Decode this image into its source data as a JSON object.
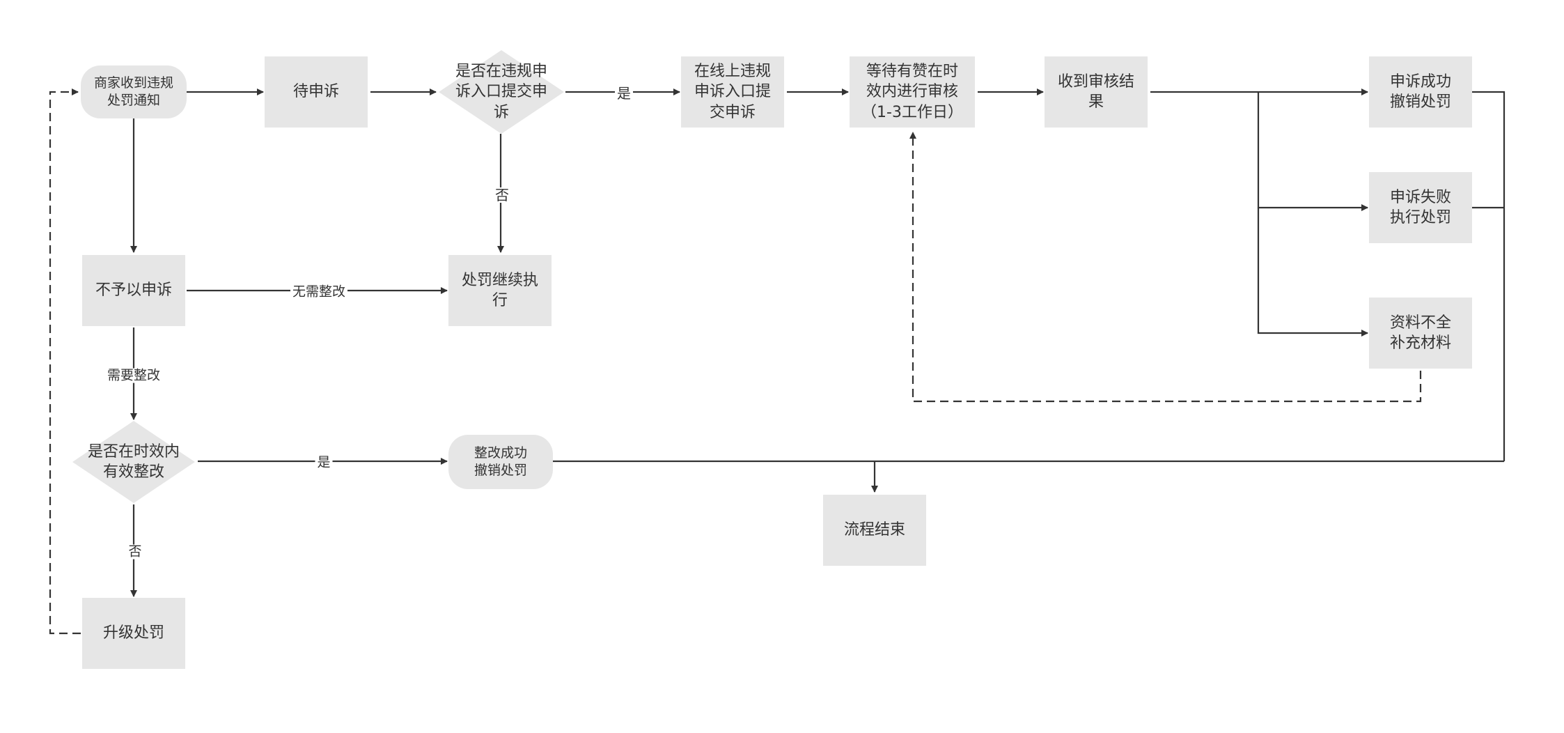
{
  "colors": {
    "node_fill": "#e6e6e6",
    "line": "#333333",
    "text": "#333333",
    "background": "#ffffff"
  },
  "nodes": {
    "notice": "商家收到违规\n处罚通知",
    "pending_appeal": "待申诉",
    "decision_submit": "是否在违规申\n诉入口提交申\n诉",
    "online_submit": "在线上违规\n申诉入口提\n交申诉",
    "waiting_review": "等待有赞在时\n效内进行审核\n（1-3工作日）",
    "review_result": "收到审核结\n果",
    "appeal_success": "申诉成功\n撤销处罚",
    "appeal_fail": "申诉失败\n执行处罚",
    "incomplete": "资料不全\n补充材料",
    "no_appeal": "不予以申诉",
    "penalty_continue": "处罚继续执\n行",
    "decision_rectify": "是否在时效内\n有效整改",
    "rectify_success": "整改成功\n撤销处罚",
    "process_end": "流程结束",
    "upgrade_penalty": "升级处罚"
  },
  "edge_labels": {
    "yes_submit": "是",
    "no_submit": "否",
    "no_rectify_needed": "无需整改",
    "rectify_needed": "需要整改",
    "yes_rectify": "是",
    "no_rectify": "否"
  }
}
